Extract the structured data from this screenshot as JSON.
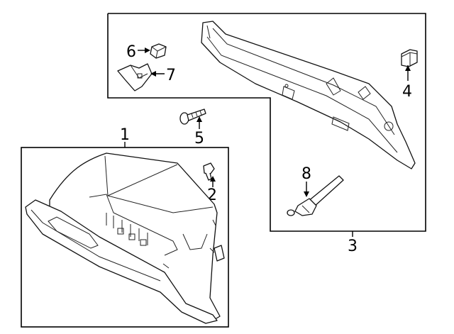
{
  "diagram": {
    "callouts": {
      "c1": "1",
      "c2": "2",
      "c3": "3",
      "c4": "4",
      "c5": "5",
      "c6": "6",
      "c7": "7",
      "c8": "8"
    },
    "colors": {
      "line": "#000000",
      "background": "#ffffff"
    }
  }
}
